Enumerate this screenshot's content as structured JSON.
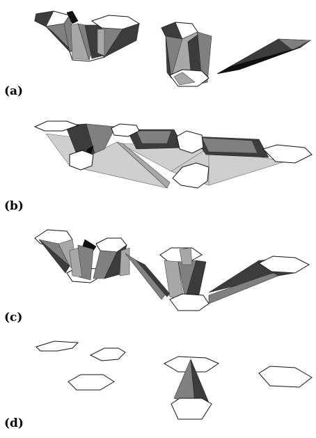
{
  "panels": [
    {
      "id": "a",
      "label": "(a)"
    },
    {
      "id": "b",
      "label": "(b)"
    },
    {
      "id": "c",
      "label": "(c)"
    },
    {
      "id": "d",
      "label": "(d)"
    }
  ],
  "colors": {
    "background": "#ffffff",
    "outline": "#111111",
    "shade_dark": "#3c3c3c",
    "shade_mid": "#808080",
    "shade_light": "#a8a8a8",
    "shade_pale": "#cfcfcf"
  }
}
